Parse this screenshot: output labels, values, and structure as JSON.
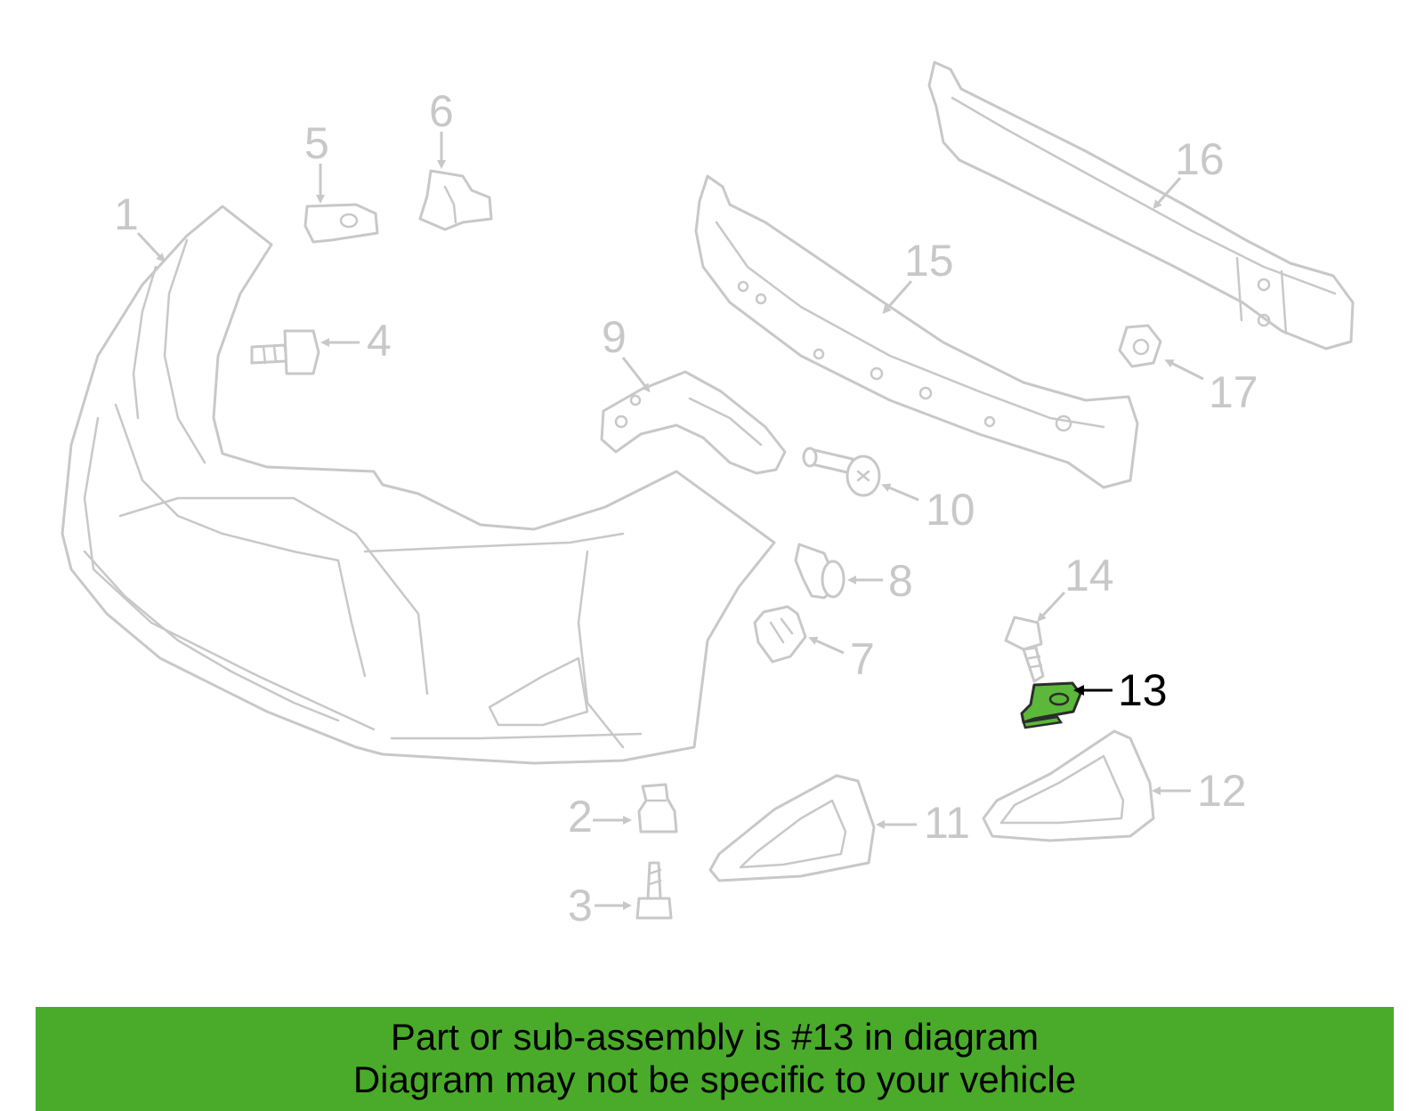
{
  "diagram": {
    "callouts": [
      {
        "id": "1",
        "label": "1"
      },
      {
        "id": "2",
        "label": "2"
      },
      {
        "id": "3",
        "label": "3"
      },
      {
        "id": "4",
        "label": "4"
      },
      {
        "id": "5",
        "label": "5"
      },
      {
        "id": "6",
        "label": "6"
      },
      {
        "id": "7",
        "label": "7"
      },
      {
        "id": "8",
        "label": "8"
      },
      {
        "id": "9",
        "label": "9"
      },
      {
        "id": "10",
        "label": "10"
      },
      {
        "id": "11",
        "label": "11"
      },
      {
        "id": "12",
        "label": "12"
      },
      {
        "id": "13",
        "label": "13"
      },
      {
        "id": "14",
        "label": "14"
      },
      {
        "id": "15",
        "label": "15"
      },
      {
        "id": "16",
        "label": "16"
      },
      {
        "id": "17",
        "label": "17"
      }
    ],
    "highlighted_part": "13",
    "colors": {
      "part_outline": "#c8c8c8",
      "highlight_fill": "#5bb83a",
      "active_label": "#000000",
      "banner": "#4aab2a"
    }
  },
  "banner": {
    "line1": "Part or sub-assembly is #13 in diagram",
    "line2": "Diagram may not be specific to your vehicle"
  }
}
